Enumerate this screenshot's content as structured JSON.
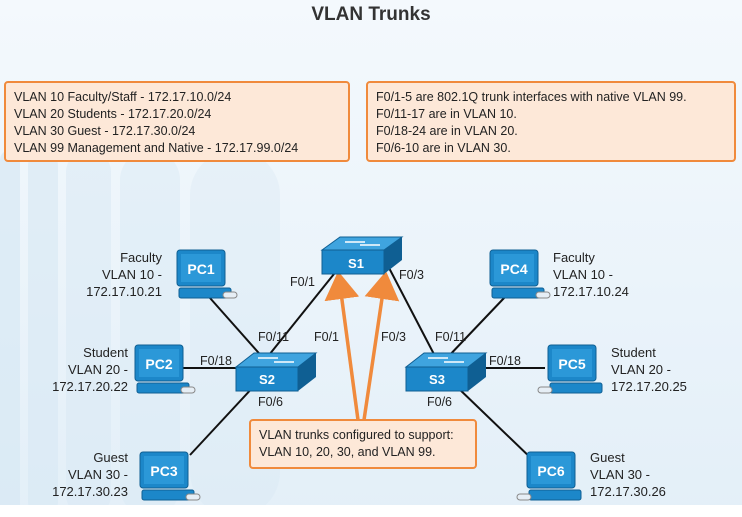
{
  "title": "VLAN Trunks",
  "vlan_box": [
    "VLAN 10 Faculty/Staff - 172.17.10.0/24",
    "VLAN 20 Students - 172.17.20.0/24",
    "VLAN 30 Guest - 172.17.30.0/24",
    "VLAN 99 Management and Native - 172.17.99.0/24"
  ],
  "port_box": [
    "F0/1-5 are 802.1Q trunk interfaces with native VLAN 99.",
    "F0/11-17 are in VLAN 10.",
    "F0/18-24 are in VLAN 20.",
    "F0/6-10 are in VLAN 30."
  ],
  "callout": [
    "VLAN trunks configured to support:",
    "VLAN 10, 20, 30, and VLAN 99."
  ],
  "switches": {
    "s1": "S1",
    "s2": "S2",
    "s3": "S3"
  },
  "pcs": {
    "pc1": {
      "name": "PC1",
      "lines": [
        "Faculty",
        "VLAN 10 -",
        "172.17.10.21"
      ]
    },
    "pc2": {
      "name": "PC2",
      "lines": [
        "Student",
        "VLAN 20 -",
        "172.17.20.22"
      ]
    },
    "pc3": {
      "name": "PC3",
      "lines": [
        "Guest",
        "VLAN 30 -",
        "172.17.30.23"
      ]
    },
    "pc4": {
      "name": "PC4",
      "lines": [
        "Faculty",
        "VLAN 10 -",
        "172.17.10.24"
      ]
    },
    "pc5": {
      "name": "PC5",
      "lines": [
        "Student",
        "VLAN 20 -",
        "172.17.20.25"
      ]
    },
    "pc6": {
      "name": "PC6",
      "lines": [
        "Guest",
        "VLAN 30 -",
        "172.17.30.26"
      ]
    }
  },
  "ports": {
    "s1_left": "F0/1",
    "s1_right": "F0/3",
    "s2_up_left": "F0/11",
    "s2_up_right": "F0/1",
    "s2_left": "F0/18",
    "s2_down": "F0/6",
    "s3_up_left": "F0/3",
    "s3_up_right": "F0/11",
    "s3_right": "F0/18",
    "s3_down": "F0/6"
  },
  "colors": {
    "device": "#1c87c9",
    "device_dark": "#0f5f93",
    "note_fill": "#fde8d8",
    "note_border": "#f08a3c",
    "arrow": "#f08a3c"
  }
}
